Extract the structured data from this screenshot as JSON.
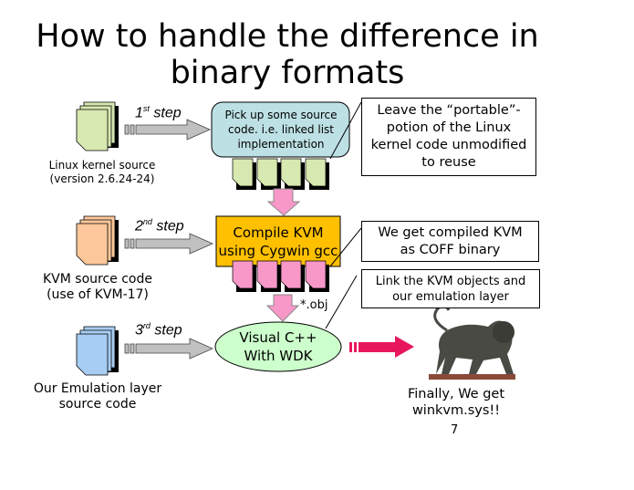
{
  "title": {
    "line1": "How to handle the difference in",
    "line2": "binary formats"
  },
  "sources": [
    {
      "label_line1": "Linux kernel source",
      "label_line2": "(version 2.6.24-24)",
      "color": "#d7e8b0"
    },
    {
      "label_line1": "KVM source code",
      "label_line2": "(use of KVM-17)",
      "color": "#fcc79a"
    },
    {
      "label_line1": "Our Emulation layer",
      "label_line2": "source code",
      "color": "#a7cdf3"
    }
  ],
  "steps": [
    {
      "num": "1",
      "sup": "st",
      "word": "step"
    },
    {
      "num": "2",
      "sup": "nd",
      "word": "step"
    },
    {
      "num": "3",
      "sup": "rd",
      "word": "step"
    }
  ],
  "process": {
    "pick": "Pick up some source code. i.e. linked list implementation",
    "compile": {
      "line1": "Compile KVM",
      "line2": "using Cygwin gcc"
    },
    "obj_label": "*.obj",
    "link": {
      "line1": "Visual C++",
      "line2": "With WDK"
    }
  },
  "callouts": [
    "Leave the “portable”-potion of the Linux kernel code unmodified to reuse",
    "We get compiled KVM as COFF binary",
    "Link the KVM objects and our emulation layer"
  ],
  "result": {
    "line1": "Finally, We get",
    "line2": "winkvm.sys!!"
  },
  "page_number": "7",
  "colors": {
    "pick_box": "#bde0e4",
    "compile_box": "#ffc000",
    "link_ellipse": "#ccffcc",
    "pink": "#f798c8",
    "red_arrow": "#e8175d",
    "gray_arrow": "#c0c0c0"
  }
}
